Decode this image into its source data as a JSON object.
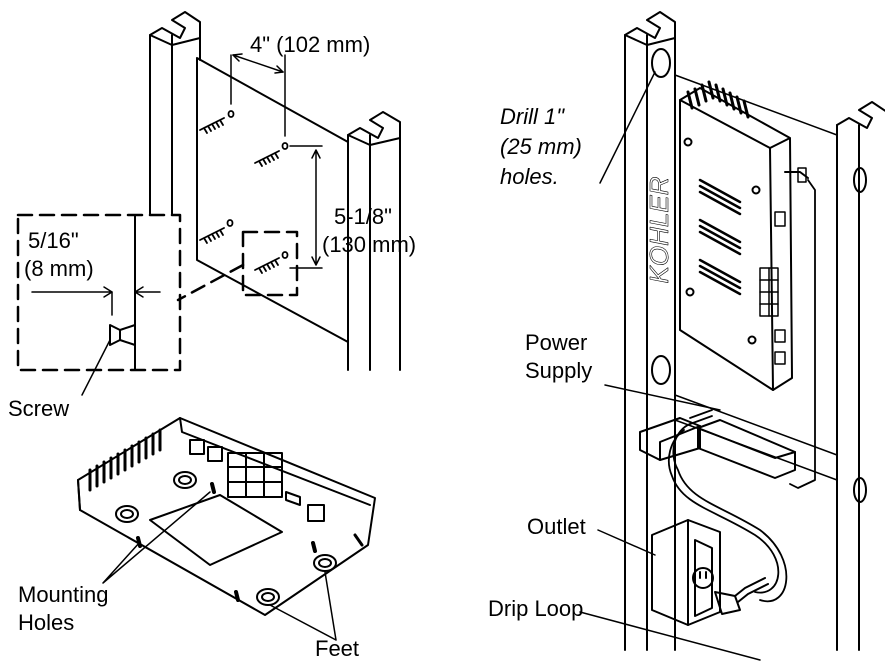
{
  "labels": {
    "dim_h": "4\" (102 mm)",
    "dim_v_1": "5-1/8\"",
    "dim_v_2": "(130 mm)",
    "gap_1": "5/16\"",
    "gap_2": "(8 mm)",
    "screw": "Screw",
    "mounting_1": "Mounting",
    "mounting_2": "Holes",
    "feet": "Feet",
    "drill_1": "Drill 1\"",
    "drill_2": "(25 mm)",
    "drill_3": "holes.",
    "power_1": "Power",
    "power_2": "Supply",
    "outlet": "Outlet",
    "drip": "Drip Loop",
    "brand": "KOHLER"
  }
}
